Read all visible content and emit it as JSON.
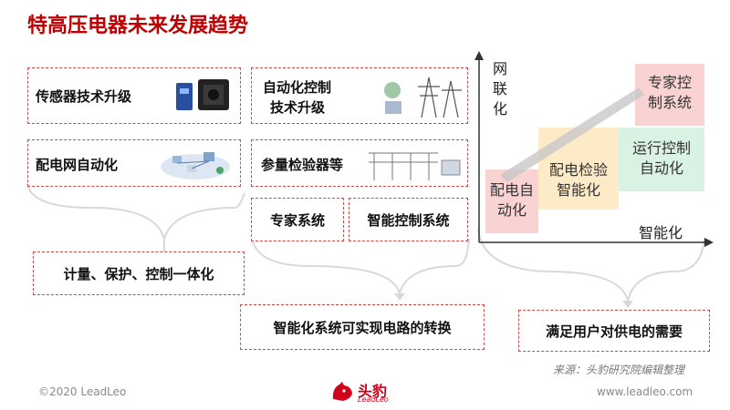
{
  "title": "特高压电器未来发展趋势",
  "left_column": {
    "box1": "传感器技术升级",
    "box2": "配电网自动化",
    "bottom": "计量、保护、控制一体化"
  },
  "middle_column": {
    "box1_line1": "自动化控制",
    "box1_line2": "技术升级",
    "box2": "参量检验器等",
    "box3": "专家系统",
    "box4": "智能控制系统",
    "bottom": "智能化系统可实现电路的转换"
  },
  "right_column": {
    "bottom": "满足用户对供电的需要"
  },
  "chart": {
    "y_label": [
      "网",
      "联",
      "化"
    ],
    "x_label": "智能化",
    "quadrants": [
      {
        "lines": [
          "配电自",
          "动化"
        ],
        "color": "#f9d2d2"
      },
      {
        "lines": [
          "配电检验",
          "智能化"
        ],
        "color": "#fdebc8"
      },
      {
        "lines": [
          "运行控制",
          "自动化"
        ],
        "color": "#d9f2e3"
      },
      {
        "lines": [
          "专家控",
          "制系统"
        ],
        "color": "#f9d2d2"
      }
    ]
  },
  "source": "来源：头豹研究院编辑整理",
  "footer": {
    "copyright": "©2020 LeadLeo",
    "url": "www.leadleo.com",
    "brand": "头豹",
    "brand_sub": "LeadLeo"
  }
}
